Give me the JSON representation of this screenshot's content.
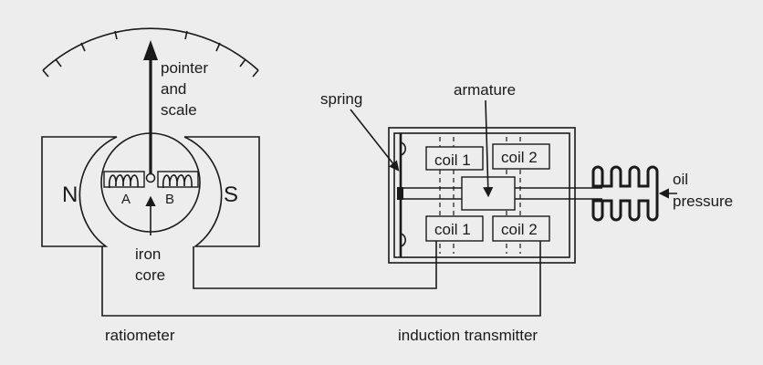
{
  "labels": {
    "pointer_line1": "pointer",
    "pointer_line2": "and",
    "pointer_line3": "scale",
    "north": "N",
    "south": "S",
    "coil_a": "A",
    "coil_b": "B",
    "iron_core_line1": "iron",
    "iron_core_line2": "core",
    "ratiometer": "ratiometer",
    "spring": "spring",
    "armature": "armature",
    "coil1_top": "coil 1",
    "coil2_top": "coil 2",
    "coil1_bottom": "coil 1",
    "coil2_bottom": "coil 2",
    "oil_line1": "oil",
    "oil_line2": "pressure",
    "induction_transmitter": "induction transmitter"
  }
}
